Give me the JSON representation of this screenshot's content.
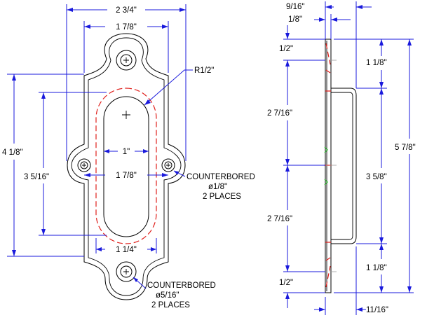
{
  "front_view": {
    "overall_width": "2 3/4\"",
    "hole_spacing_width": "1 7/8\"",
    "radius": "R1/2\"",
    "inner_width": "1\"",
    "side_hole_spacing": "1 7/8\"",
    "bottom_width": "1 1/4\"",
    "overall_height": "4 1/8\"",
    "recess_height": "3 5/16\"",
    "side_holes_note": [
      "COUNTERBORED",
      "ø1/8\"",
      "2 PLACES"
    ],
    "end_holes_note": [
      "COUNTERBORED",
      "ø5/16\"",
      "2 PLACES"
    ]
  },
  "side_view": {
    "top_offset": "9/16\"",
    "plate_thickness": "1/8\"",
    "left_dims": [
      "1/2\"",
      "2 7/16\"",
      "2 7/16\"",
      "1/2\""
    ],
    "right_dims": [
      "1 1/8\"",
      "3 5/8\"",
      "1 1/8\""
    ],
    "overall_height": "5 7/8\"",
    "depth": "11/16\""
  }
}
